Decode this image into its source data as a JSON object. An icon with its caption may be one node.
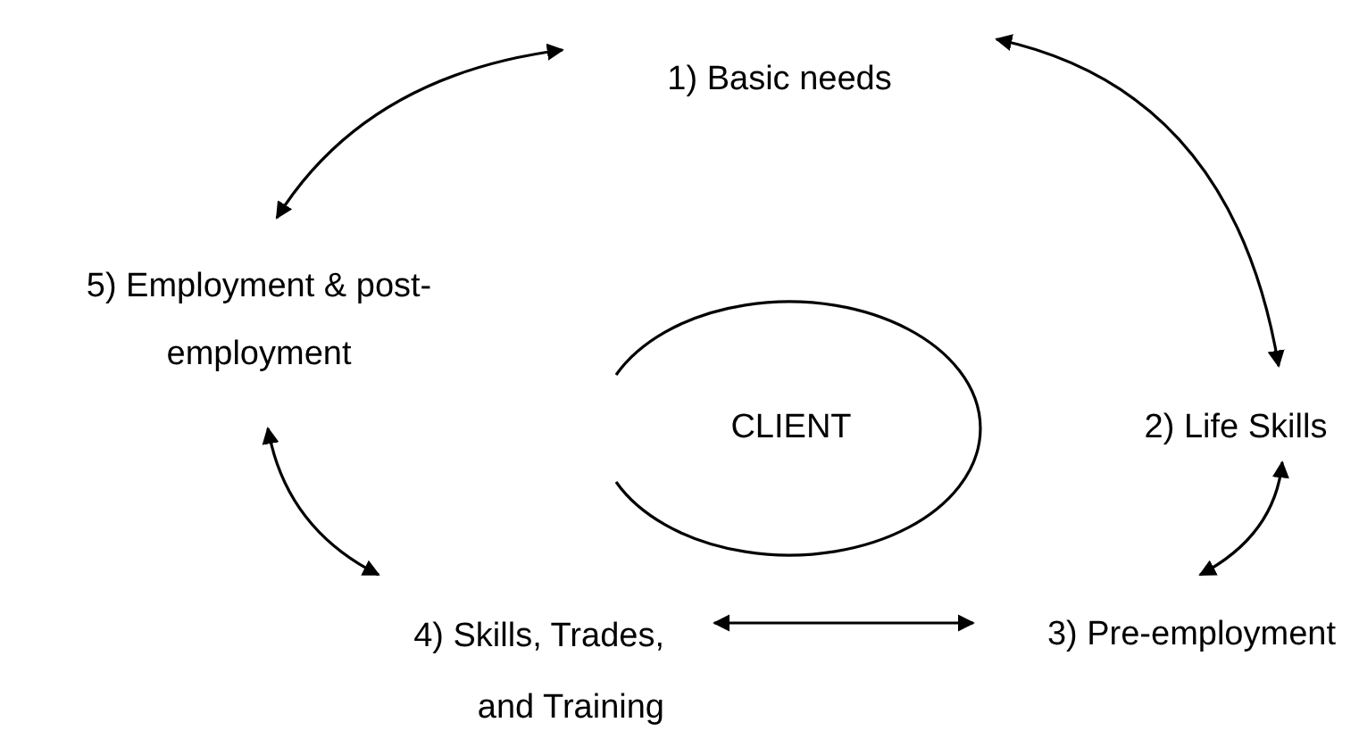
{
  "diagram": {
    "nodes": [
      {
        "text": [
          "1) Basic needs"
        ]
      },
      {
        "text": [
          "5) Employment & post- employment"
        ]
      },
      {
        "text": [
          "CLIENT"
        ]
      },
      {
        "text": [
          "2) Life Skills"
        ]
      },
      {
        "text": [
          "4) Skills, Trades, and Training"
        ]
      },
      {
        "text": [
          "3) Pre-employment"
        ]
      }
    ],
    "edges": [
      {
        "from": 1,
        "to": 0,
        "arrow": "both"
      },
      {
        "from": 0,
        "to": 3,
        "arrow": "both"
      },
      {
        "from": 3,
        "to": 5,
        "arrow": "both"
      },
      {
        "from": 5,
        "to": 4,
        "arrow": "both"
      },
      {
        "from": 4,
        "to": 1,
        "arrow": "both"
      }
    ]
  }
}
